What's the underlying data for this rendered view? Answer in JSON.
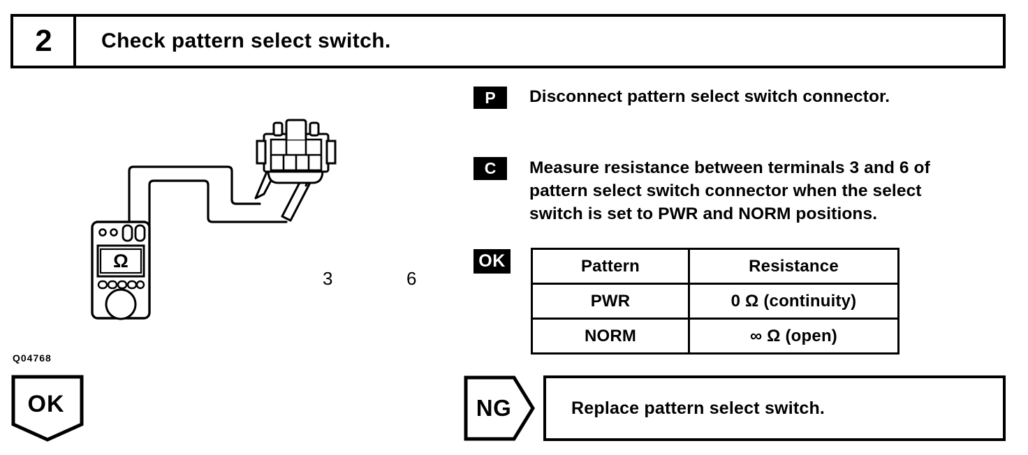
{
  "step": {
    "number": "2",
    "title": "Check pattern select switch."
  },
  "instructions": [
    {
      "badge": "P",
      "badge_name": "preparation-badge",
      "text": "Disconnect pattern select switch connector."
    },
    {
      "badge": "C",
      "badge_name": "check-badge",
      "lines": [
        "Measure resistance between terminals 3 and 6 of",
        "pattern select switch connector when the select",
        "switch is set to PWR and NORM positions."
      ]
    }
  ],
  "result": {
    "badge": "OK",
    "columns": [
      "Pattern",
      "Resistance"
    ],
    "rows": [
      [
        "PWR",
        "0 Ω (continuity)"
      ],
      [
        "NORM",
        "∞ Ω (open)"
      ]
    ]
  },
  "figure": {
    "code": "Q04768",
    "terminal_left": "3",
    "terminal_right": "6",
    "meter_display": "Ω"
  },
  "outcomes": {
    "ok_label": "OK",
    "ng_label": "NG",
    "ng_action": "Replace pattern select switch."
  },
  "colors": {
    "ink": "#000000",
    "paper": "#ffffff"
  }
}
